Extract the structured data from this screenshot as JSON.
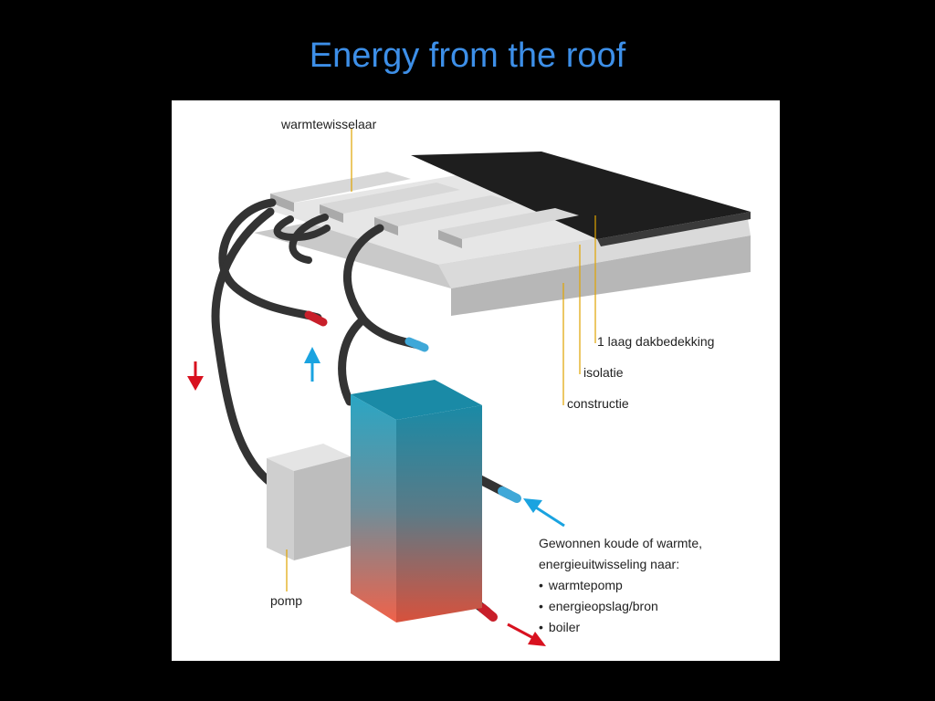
{
  "title": "Energy from the roof",
  "labels": {
    "heat_exchanger": "warmtewisselaar",
    "roof_covering": "1 laag dakbedekking",
    "insulation": "isolatie",
    "construction": "constructie",
    "pump": "pomp"
  },
  "description": {
    "line1": "Gewonnen koude of warmte,",
    "line2": "energieuitwisseling naar:",
    "items": [
      "warmtepomp",
      "energieopslag/bron",
      "boiler"
    ]
  },
  "colors": {
    "title": "#3d8fe8",
    "hot_arrow": "#d8111f",
    "cold_arrow": "#1aa3e0",
    "label_line": "#e0a400"
  },
  "icons": [
    "arrow-down-icon",
    "arrow-up-icon",
    "arrow-in-icon",
    "arrow-out-icon"
  ]
}
